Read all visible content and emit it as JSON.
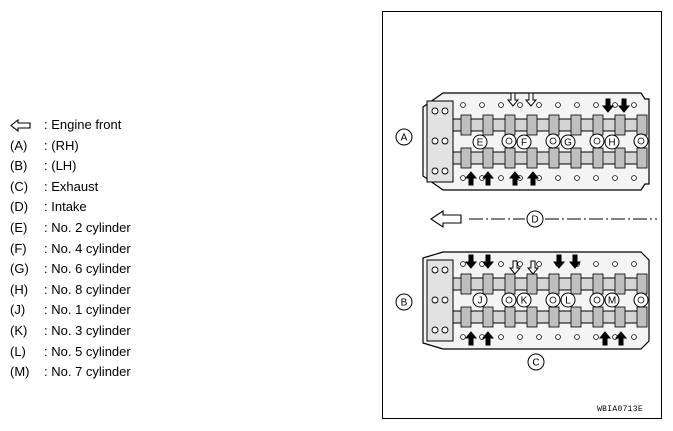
{
  "legend": {
    "engine_front": "Engine front",
    "items": [
      {
        "key": "(A)",
        "desc": "(RH)"
      },
      {
        "key": "(B)",
        "desc": "(LH)"
      },
      {
        "key": "(C)",
        "desc": "Exhaust"
      },
      {
        "key": "(D)",
        "desc": "Intake"
      },
      {
        "key": "(E)",
        "desc": "No. 2 cylinder"
      },
      {
        "key": "(F)",
        "desc": "No. 4 cylinder"
      },
      {
        "key": "(G)",
        "desc": "No. 6 cylinder"
      },
      {
        "key": "(H)",
        "desc": "No. 8 cylinder"
      },
      {
        "key": "(J)",
        "desc": "No. 1 cylinder"
      },
      {
        "key": "(K)",
        "desc": "No. 3 cylinder"
      },
      {
        "key": "(L)",
        "desc": "No. 5 cylinder"
      },
      {
        "key": "(M)",
        "desc": "No. 7 cylinder"
      }
    ]
  },
  "figure": {
    "labels": {
      "A": "A",
      "B": "B",
      "C": "C",
      "D": "D"
    },
    "cylinders_rh": [
      "E",
      "F",
      "G",
      "H"
    ],
    "cylinders_lh": [
      "J",
      "K",
      "L",
      "M"
    ],
    "figure_id": "WBIA0713E"
  }
}
